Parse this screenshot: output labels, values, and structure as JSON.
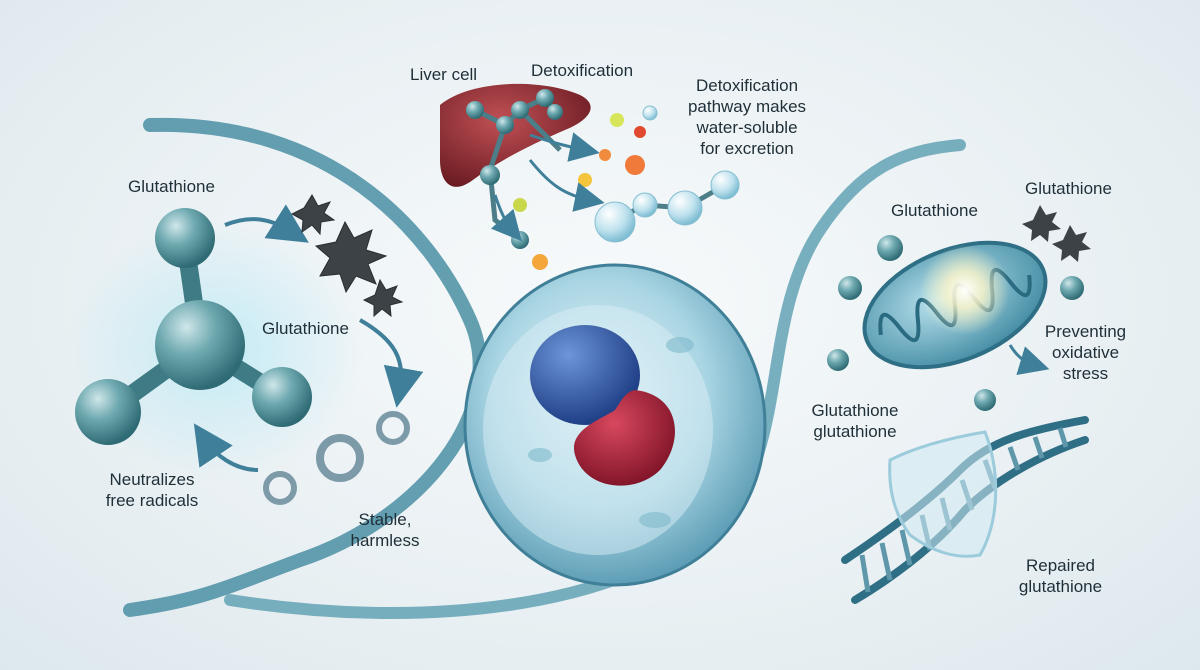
{
  "labels": {
    "liver_cell": "Liver cell",
    "detox_top": "Detoxification",
    "detox_pathway": [
      "Detoxification",
      "pathway makes",
      "water-soluble",
      "for excretion"
    ],
    "glut_left_top": "Glutathione",
    "glut_left_mid": "Glutathione",
    "neutralizes": [
      "Neutralizes",
      "free radicals"
    ],
    "stable": [
      "Stable,",
      "harmless"
    ],
    "glut_right_a": "Glutathione",
    "glut_right_b": "Glutathione",
    "preventing": [
      "Preventing",
      "oxidative",
      "stress"
    ],
    "glut_double": [
      "Glutathione",
      "glutathione"
    ],
    "repaired": [
      "Repaired",
      "glutathione"
    ]
  },
  "colors": {
    "molecule": "#5e9aa2",
    "ribbon": "#4a8fa3",
    "cell": "#8fc4d6",
    "nucleus": "#2c5aa0",
    "red_organelle": "#a11e35",
    "liver": "#8e2a2e",
    "radical": "#3d4246",
    "mitochondrion": "#4f9cb3"
  },
  "icons": [
    "glutathione-molecule-icon",
    "free-radical-star-icon",
    "stable-ring-icon",
    "liver-icon",
    "cell-icon",
    "mitochondrion-icon",
    "dna-helix-icon",
    "shield-icon"
  ]
}
